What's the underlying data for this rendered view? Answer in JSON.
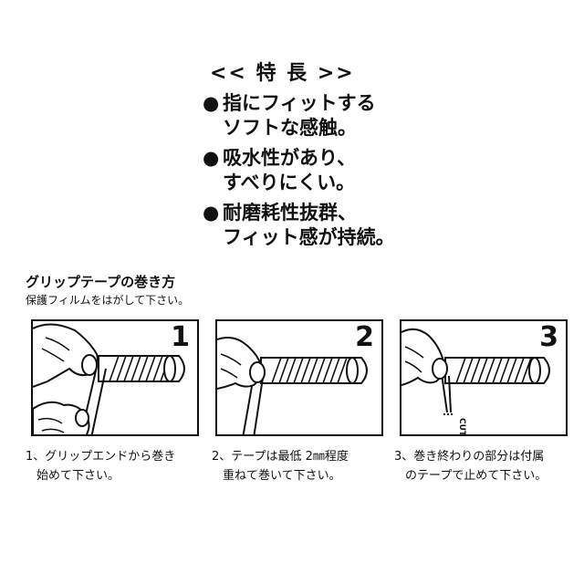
{
  "features": {
    "title": "<< 特 長 >>",
    "bullet": "●",
    "items": [
      {
        "line1": "指にフィットする",
        "line2": "ソフトな感触。"
      },
      {
        "line1": "吸水性があり、",
        "line2": "すべりにくい。"
      },
      {
        "line1": "耐磨耗性抜群、",
        "line2": "フィット感が持続。"
      }
    ]
  },
  "instructions": {
    "title": "グリップテープの巻き方",
    "subtitle": "保護フィルムをはがして下さい。",
    "cut_label": "CUT",
    "steps": [
      {
        "number": "1",
        "line1": "1、グリップエンドから巻き",
        "line2": "始めて下さい。"
      },
      {
        "number": "2",
        "line1": "2、テープは最低 2㎜程度",
        "line2": "重ねて巻いて下さい。"
      },
      {
        "number": "3",
        "line1": "3、巻き終わりの部分は付属",
        "line2": "のテープで止めて下さい。"
      }
    ]
  }
}
